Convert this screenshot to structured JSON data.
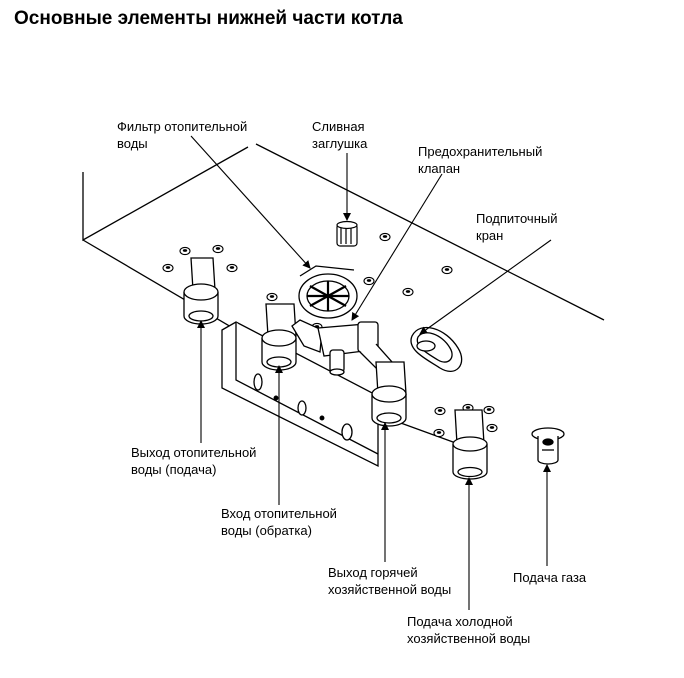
{
  "title": "Основные элементы нижней части котла",
  "labels": {
    "heating_filter": [
      "Фильтр отопительной",
      "воды"
    ],
    "drain_plug": [
      "Сливная",
      "заглушка"
    ],
    "safety_valve": [
      "Предохранительный",
      "клапан"
    ],
    "fill_tap": [
      "Подпиточный",
      "кран"
    ],
    "heating_out": [
      "Выход отопительной",
      "воды (подача)"
    ],
    "heating_return": [
      "Вход отопительной",
      "воды (обратка)"
    ],
    "hot_water_out": [
      "Выход горячей",
      "хозяйственной воды"
    ],
    "cold_water_in": [
      "Подача холодной",
      "хозяйственной воды"
    ],
    "gas_supply": [
      "Подача газа"
    ]
  },
  "colors": {
    "line": "#000000",
    "background": "#ffffff"
  }
}
